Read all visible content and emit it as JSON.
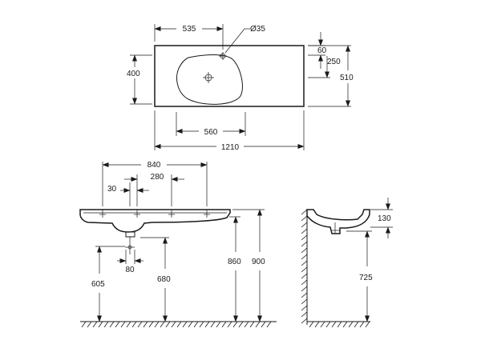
{
  "colors": {
    "line": "#1a1a1a",
    "background": "#ffffff"
  },
  "dimensions": {
    "top_view": {
      "tap_offset": "535",
      "hole_diameter": "Ø35",
      "offset_60": "60",
      "depth_250": "250",
      "width_400": "400",
      "depth_510": "510",
      "bowl_560": "560",
      "length_1210": "1210"
    },
    "front_view": {
      "span_840": "840",
      "span_280": "280",
      "span_30": "30",
      "height_860": "860",
      "height_900": "900",
      "height_605": "605",
      "height_680": "680",
      "drain_80": "80"
    },
    "side_view": {
      "depth_130": "130",
      "height_725": "725"
    }
  }
}
